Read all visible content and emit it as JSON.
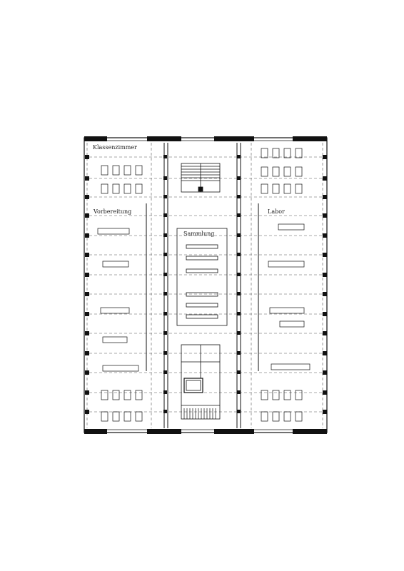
{
  "labels": {
    "classroom": "Klassenzimmer",
    "preparation": "Vorbereitung",
    "lab": "Labor",
    "collection": "Sammlung"
  },
  "colors": {
    "ink": "#111111",
    "dashed": "#555555",
    "background": "#ffffff"
  }
}
